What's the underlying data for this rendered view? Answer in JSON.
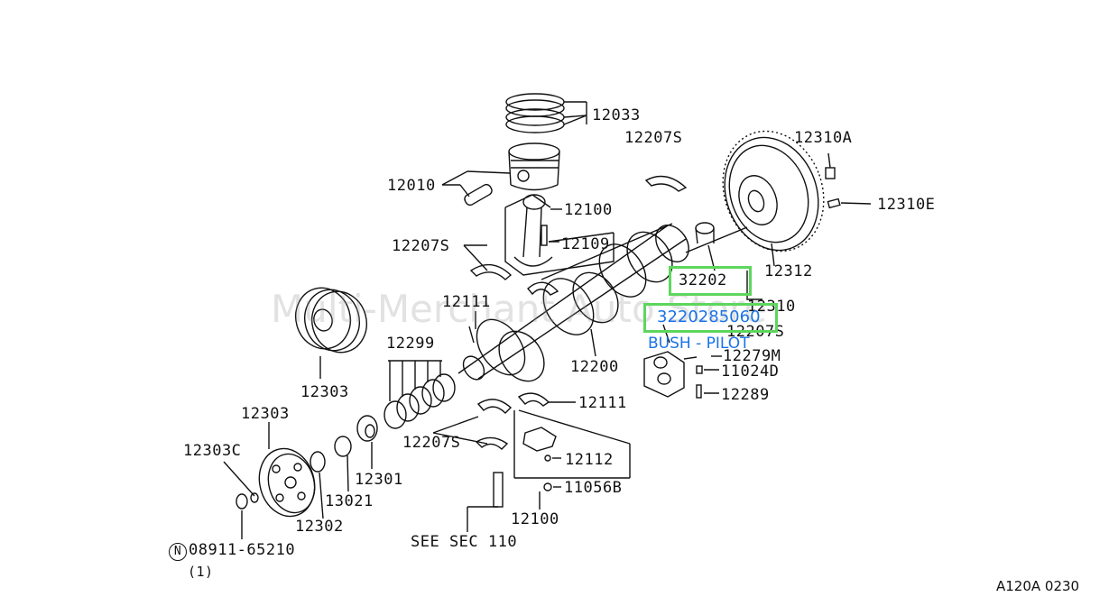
{
  "watermark": "Multi-Merchant Auto Store",
  "parts": {
    "p12033": "12033",
    "p12010": "12010",
    "p12100a": "12100",
    "p12109": "12109",
    "p12207s_a": "12207S",
    "p12207s_b": "12207S",
    "p12207s_c": "12207S",
    "p12207s_d": "12207S",
    "p12111a": "12111",
    "p12111b": "12111",
    "p12310a": "12310A",
    "p12310e": "12310E",
    "p12312": "12312",
    "p12310": "12310",
    "p12279m": "12279M",
    "p11024d": "11024D",
    "p12289": "12289",
    "p12299": "12299",
    "p12303a": "12303",
    "p12303b": "12303",
    "p12303c": "12303C",
    "p12200": "12200",
    "p12112": "12112",
    "p11056b": "11056B",
    "p12100b": "12100",
    "p12301": "12301",
    "p13021": "13021",
    "p12302": "12302",
    "p08911": "08911-65210",
    "qty": "(1)",
    "circle_letter": "N",
    "see_sec": "SEE SEC 110"
  },
  "highlight": {
    "part_32202": "32202",
    "part_number": "3220285060",
    "part_name": "BUSH - PILOT"
  },
  "footer_code": "A120A 0230",
  "colors": {
    "highlight": "#5dd65d",
    "link": "#1a73e8",
    "line": "#111111"
  }
}
